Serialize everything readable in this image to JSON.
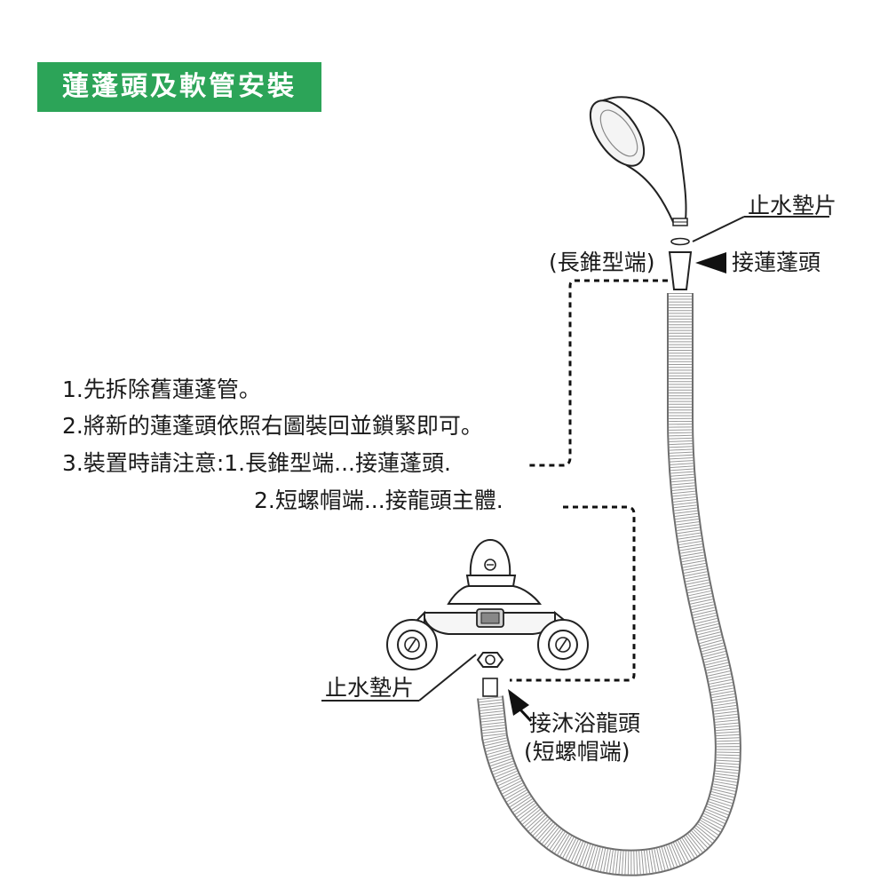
{
  "title": "蓮蓬頭及軟管安裝",
  "steps": {
    "s1": "1.先拆除舊蓮蓬管。",
    "s2": "2.將新的蓮蓬頭依照右圖裝回並鎖緊即可。",
    "s3": "3.裝置時請注意:1.長錐型端...接蓮蓬頭.",
    "s3b": "2.短螺帽端...接龍頭主體."
  },
  "labels": {
    "washer_top": "止水墊片",
    "cone_end": "(長錐型端)",
    "connect_showerhead": "接蓮蓬頭",
    "washer_bottom": "止水墊片",
    "connect_faucet": "接沐浴龍頭",
    "nut_end": "(短螺帽端)"
  },
  "colors": {
    "title_bg": "#2ca458",
    "title_text": "#ffffff",
    "ink": "#1a1a1a"
  }
}
